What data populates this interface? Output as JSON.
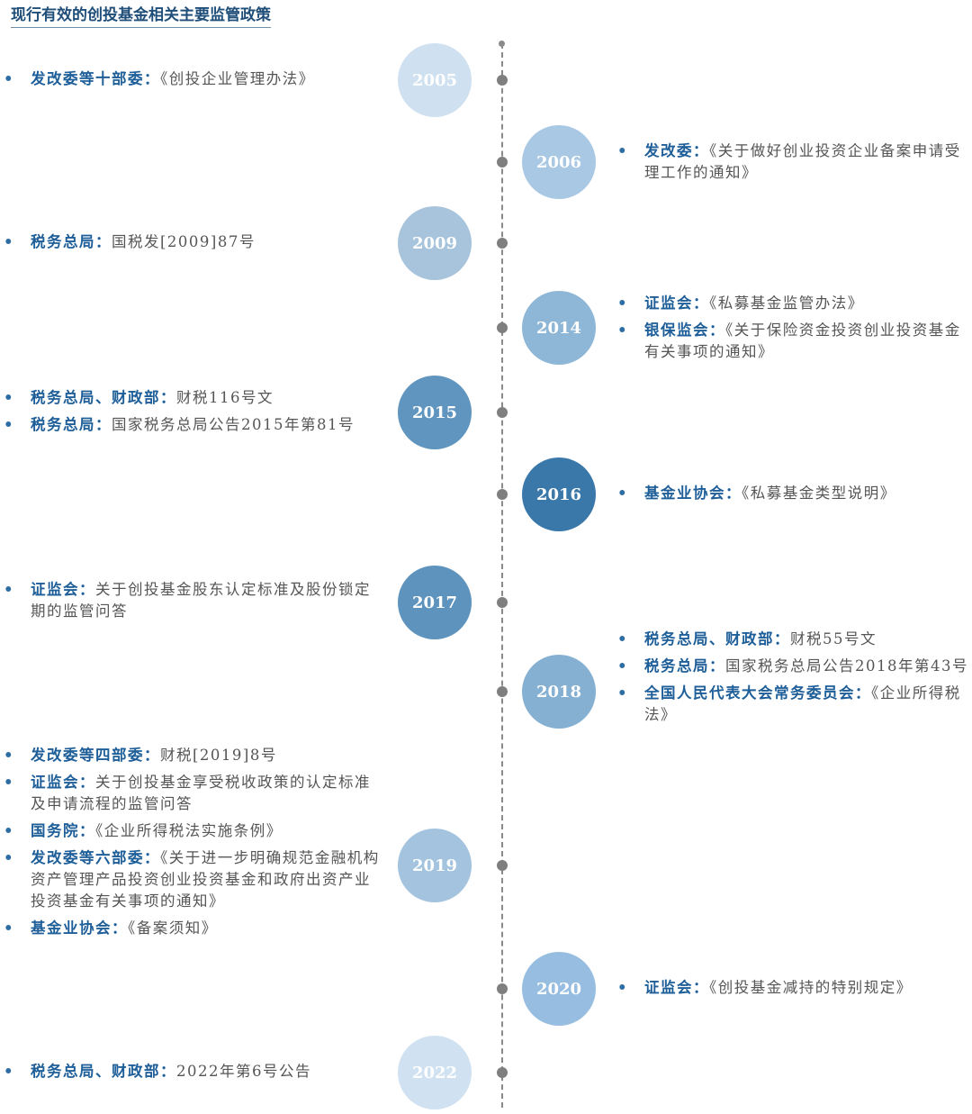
{
  "title": "现行有效的创投基金相关主要监管政策",
  "colors": {
    "title": "#1f4e79",
    "org_text": "#1f5f99",
    "doc_text": "#555555",
    "axis": "#8a8a8a"
  },
  "years": [
    {
      "year": "2005",
      "side": "left",
      "color": "#cfe1f0",
      "entries": [
        {
          "org": "发改委等十部委：",
          "doc": "《创投企业管理办法》"
        }
      ]
    },
    {
      "year": "2006",
      "side": "right",
      "color": "#a9c8e4",
      "entries": [
        {
          "org": "发改委：",
          "doc": "《关于做好创业投资企业备案申请受理工作的通知》"
        }
      ]
    },
    {
      "year": "2009",
      "side": "left",
      "color": "#a8c4dc",
      "entries": [
        {
          "org": "税务总局：",
          "doc": "国税发[2009]87号"
        }
      ]
    },
    {
      "year": "2014",
      "side": "right",
      "color": "#8eb6d6",
      "entries": [
        {
          "org": "证监会：",
          "doc": "《私募基金监管办法》"
        },
        {
          "org": "银保监会：",
          "doc": "《关于保险资金投资创业投资基金有关事项的通知》"
        }
      ]
    },
    {
      "year": "2015",
      "side": "left",
      "color": "#5f95be",
      "entries": [
        {
          "org": "税务总局、财政部：",
          "doc": "财税116号文"
        },
        {
          "org": "税务总局：",
          "doc": "国家税务总局公告2015年第81号"
        }
      ]
    },
    {
      "year": "2016",
      "side": "right",
      "color": "#3a78aa",
      "entries": [
        {
          "org": "基金业协会：",
          "doc": "《私募基金类型说明》"
        }
      ]
    },
    {
      "year": "2017",
      "side": "left",
      "color": "#5d93bd",
      "entries": [
        {
          "org": "证监会：",
          "doc": "关于创投基金股东认定标准及股份锁定期的监管问答"
        }
      ]
    },
    {
      "year": "2018",
      "side": "right",
      "color": "#86b0d2",
      "entries": [
        {
          "org": "税务总局、财政部：",
          "doc": "财税55号文"
        },
        {
          "org": "税务总局：",
          "doc": "国家税务总局公告2018年第43号"
        },
        {
          "org": "全国人民代表大会常务委员会：",
          "doc": "《企业所得税法》"
        }
      ]
    },
    {
      "year": "2019",
      "side": "left",
      "color": "#a3c3de",
      "entries": [
        {
          "org": "发改委等四部委：",
          "doc": "财税[2019]8号"
        },
        {
          "org": "证监会：",
          "doc": "关于创投基金享受税收政策的认定标准及申请流程的监管问答"
        },
        {
          "org": "国务院：",
          "doc": "《企业所得税法实施条例》"
        },
        {
          "org": "发改委等六部委：",
          "doc": "《关于进一步明确规范金融机构资产管理产品投资创业投资基金和政府出资产业投资基金有关事项的通知》"
        },
        {
          "org": "基金业协会：",
          "doc": "《备案须知》"
        }
      ]
    },
    {
      "year": "2020",
      "side": "right",
      "color": "#97bde0",
      "entries": [
        {
          "org": "证监会：",
          "doc": "《创投基金减持的特别规定》"
        }
      ]
    },
    {
      "year": "2022",
      "side": "left",
      "color": "#d0e2f1",
      "entries": [
        {
          "org": "税务总局、财政部：",
          "doc": "2022年第6号公告"
        }
      ]
    }
  ]
}
